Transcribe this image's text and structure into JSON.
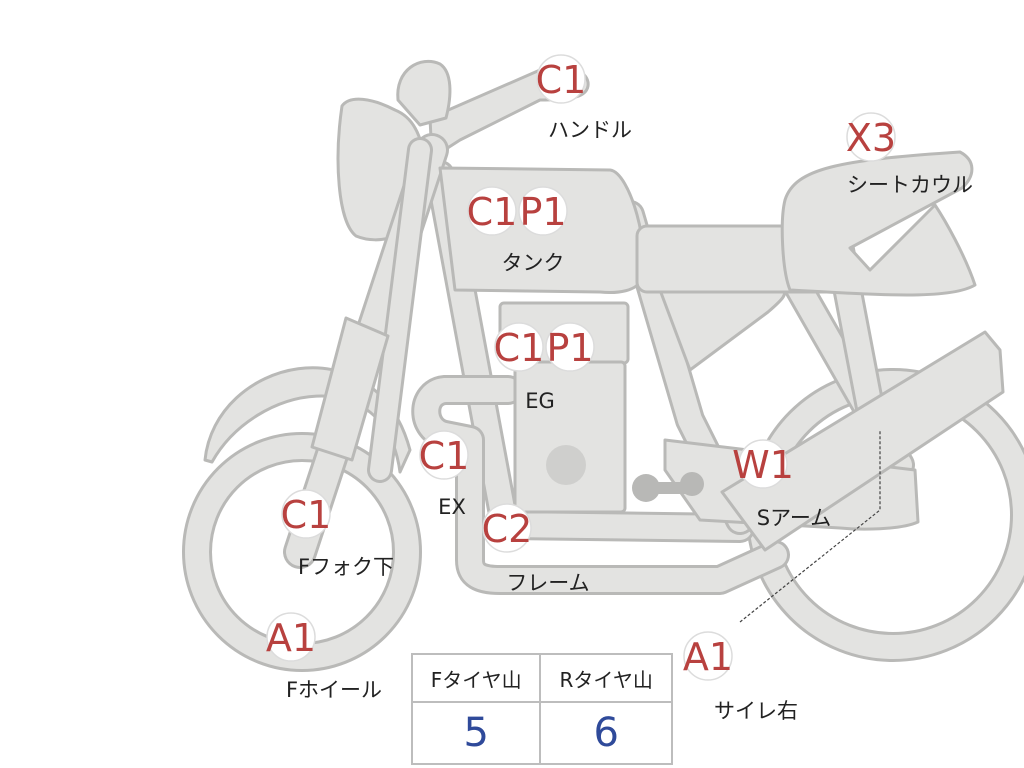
{
  "colors": {
    "part_fill": "#e3e3e1",
    "part_outline": "#b9b9b7",
    "badge_text": "#b8413f",
    "tread_value": "#2f4a9a"
  },
  "callouts": {
    "handle": {
      "badges": [
        "C1"
      ],
      "label": "ハンドル"
    },
    "seat_cowl": {
      "badges": [
        "X3"
      ],
      "label": "シートカウル"
    },
    "tank": {
      "badges": [
        "C1",
        "P1"
      ],
      "label": "タンク"
    },
    "engine": {
      "badges": [
        "C1",
        "P1"
      ],
      "label": "EG"
    },
    "exhaust": {
      "badges": [
        "C1"
      ],
      "label": "EX"
    },
    "fork_lower": {
      "badges": [
        "C1"
      ],
      "label": "Fフォク下"
    },
    "frame": {
      "badges": [
        "C2"
      ],
      "label": "フレーム"
    },
    "swing_arm": {
      "badges": [
        "W1"
      ],
      "label": "Sアーム"
    },
    "front_wheel": {
      "badges": [
        "A1"
      ],
      "label": "Fホイール"
    },
    "muffler_right": {
      "badges": [
        "A1"
      ],
      "label": "サイレ右"
    }
  },
  "tread_table": {
    "headers": [
      "Fタイヤ山",
      "Rタイヤ山"
    ],
    "values": [
      "5",
      "6"
    ]
  }
}
